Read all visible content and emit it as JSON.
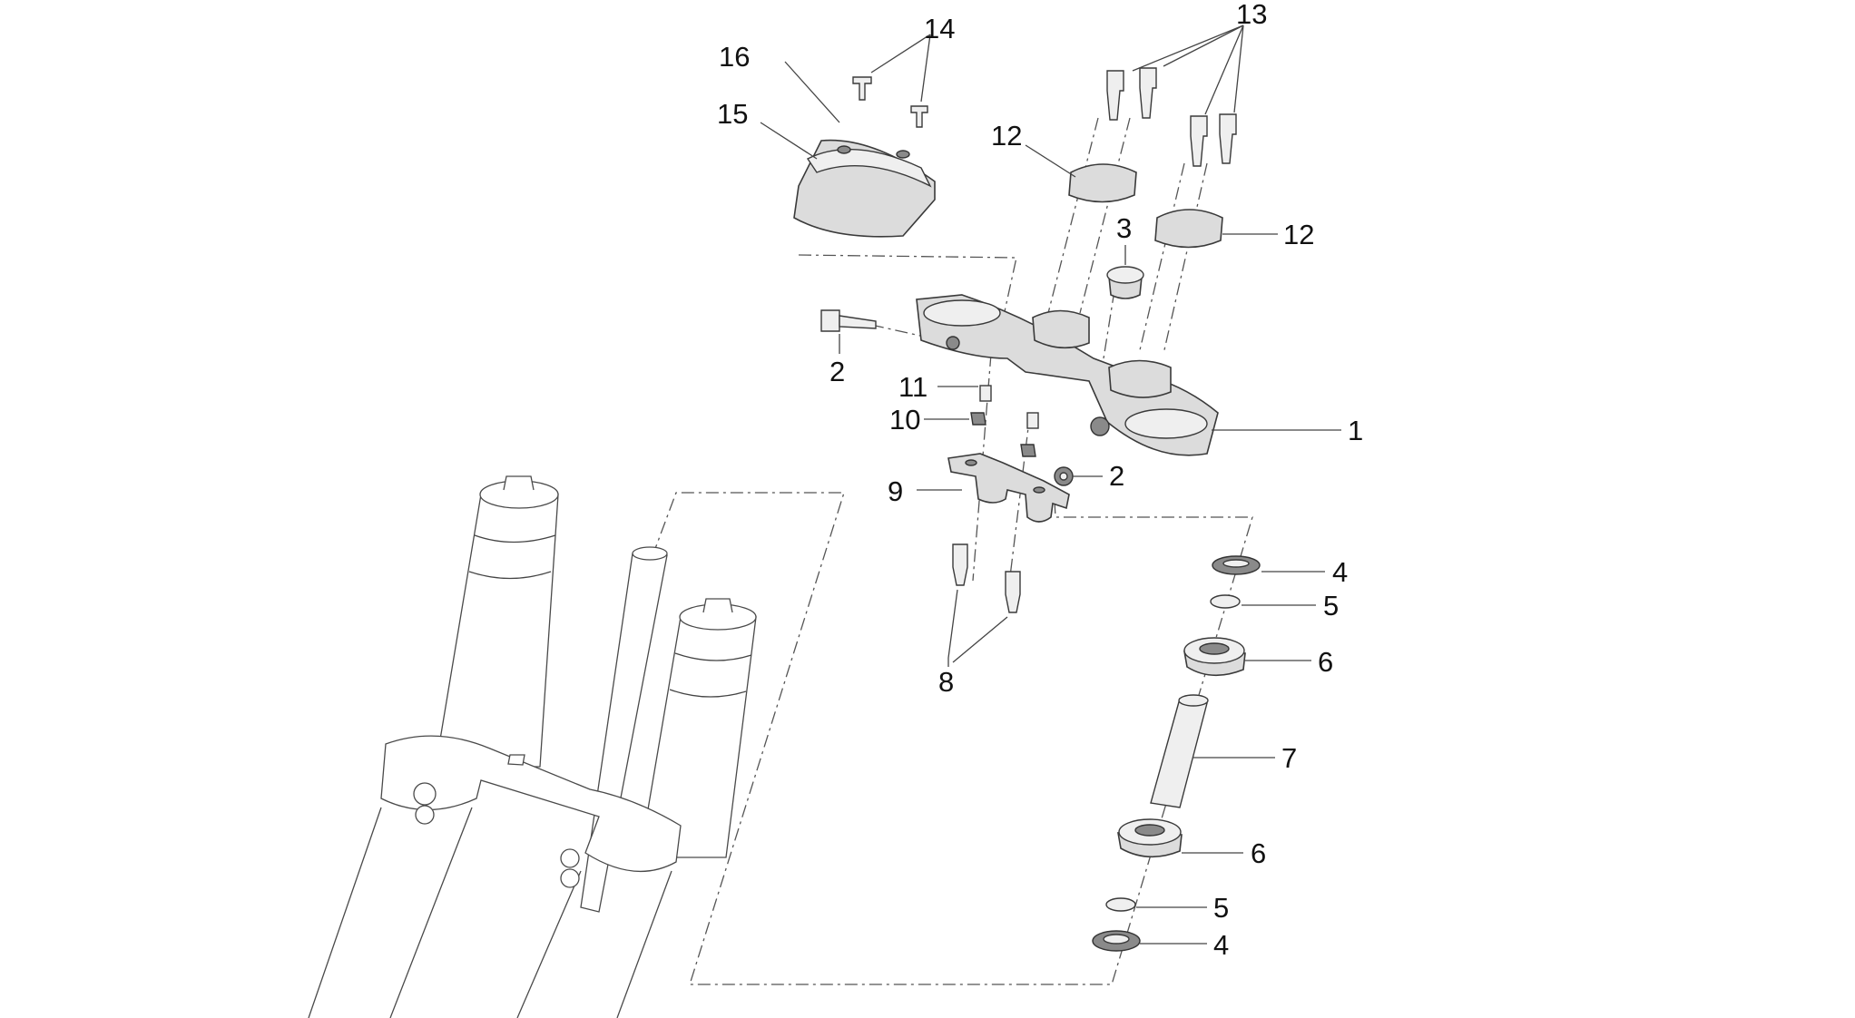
{
  "callouts": {
    "c1": "1",
    "c2a": "2",
    "c2b": "2",
    "c3": "3",
    "c4a": "4",
    "c4b": "4",
    "c5a": "5",
    "c5b": "5",
    "c6a": "6",
    "c6b": "6",
    "c7": "7",
    "c8": "8",
    "c9": "9",
    "c10": "10",
    "c11": "11",
    "c12a": "12",
    "c12b": "12",
    "c13": "13",
    "c14": "14",
    "c15": "15",
    "c16": "16"
  }
}
